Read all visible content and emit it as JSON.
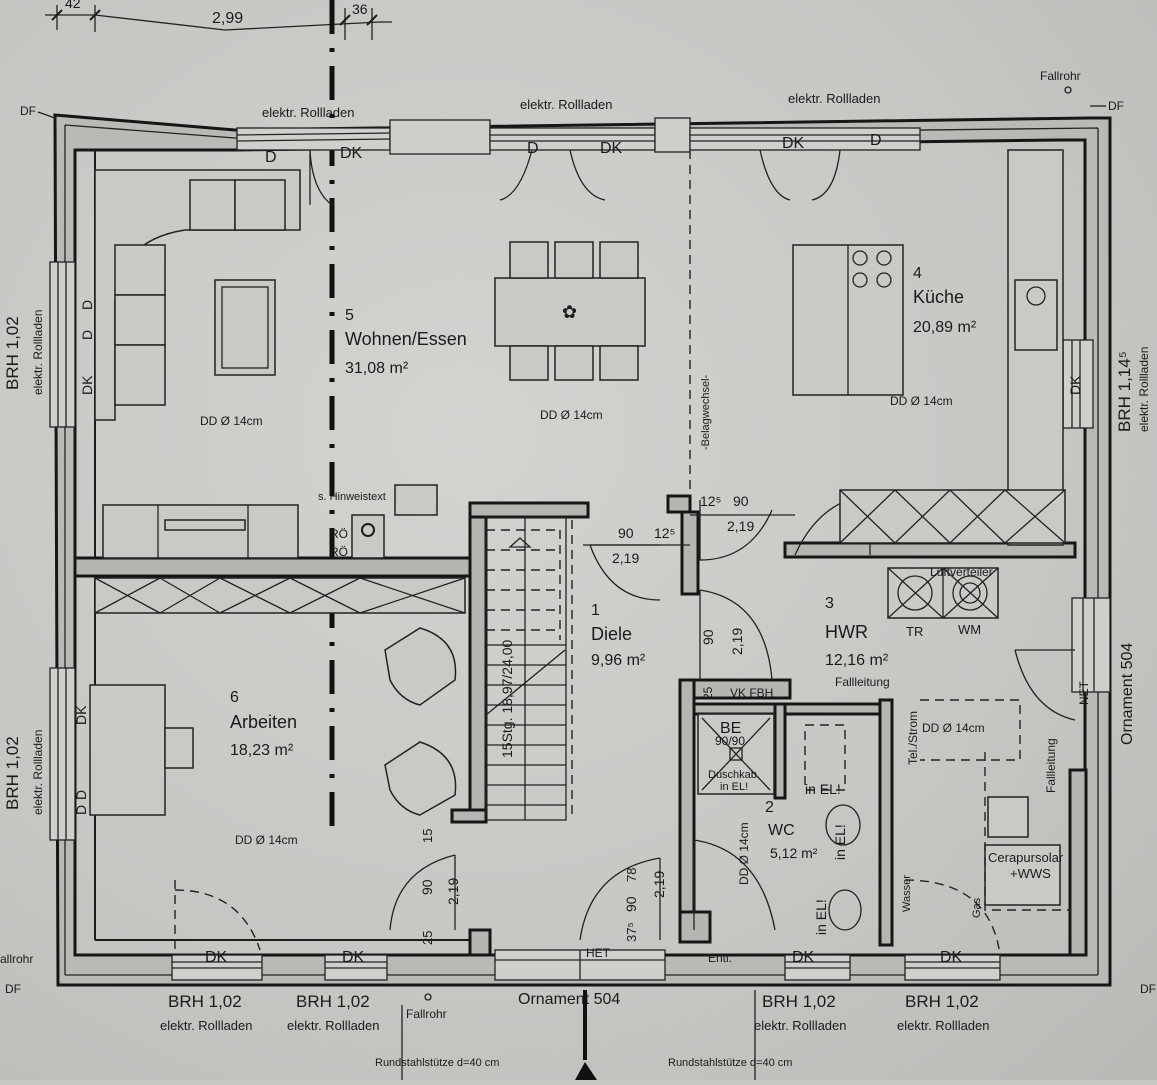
{
  "top_dims": {
    "left": "42",
    "middle": "2,99",
    "right": "36"
  },
  "edge_labels": {
    "df_top_left": "DF",
    "df_top_right": "DF",
    "df_bottom_left": "DF",
    "df_bottom_right": "DF",
    "fallrohr_top_right": "Fallrohr",
    "fallrohr_bottom_left": "allrohr",
    "fallrohr_bottom": "Fallrohr"
  },
  "top_windows": [
    "elektr. Rollladen",
    "elektr. Rollladen",
    "elektr. Rollladen"
  ],
  "left_side": [
    {
      "brh": "BRH 1,02",
      "shutter": "elektr. Rollladen"
    },
    {
      "brh": "BRH 1,02",
      "shutter": "elektr. Rollladen"
    }
  ],
  "right_side": {
    "brh": "BRH 1,14⁵",
    "shutter": "elektr. Rollladen",
    "ornament": "Ornament 504"
  },
  "bottom_side": {
    "windows": [
      {
        "brh": "BRH 1,02",
        "shutter": "elektr. Rollladen"
      },
      {
        "brh": "BRH 1,02",
        "shutter": "elektr. Rollladen"
      },
      {
        "brh": "BRH 1,02",
        "shutter": "elektr. Rollladen"
      },
      {
        "brh": "BRH 1,02",
        "shutter": "elektr. Rollladen"
      }
    ],
    "ornament": "Ornament 504",
    "columns": [
      "Rundstahlstütze d=40 cm",
      "Rundstahlstütze d=40 cm"
    ]
  },
  "rooms": [
    {
      "number": "5",
      "name": "Wohnen/Essen",
      "area": "31,08 m²"
    },
    {
      "number": "4",
      "name": "Küche",
      "area": "20,89 m²"
    },
    {
      "number": "1",
      "name": "Diele",
      "area": "9,96 m²"
    },
    {
      "number": "3",
      "name": "HWR",
      "area": "12,16 m²"
    },
    {
      "number": "6",
      "name": "Arbeiten",
      "area": "18,23 m²"
    },
    {
      "number": "2",
      "name": "WC",
      "area": "5,12 m²"
    }
  ],
  "door_marks": {
    "top": [
      "D",
      "DK",
      "D",
      "DK",
      "DK",
      "D"
    ],
    "left_upper": [
      "D",
      "D",
      "DK"
    ],
    "left_lower": [
      "DK",
      "D",
      "D"
    ],
    "right": [
      "DK"
    ],
    "bottom": [
      "DK",
      "DK",
      "DK",
      "DK"
    ]
  },
  "ceiling_outlets": [
    "DD Ø 14cm",
    "DD Ø 14cm",
    "DD Ø 14cm",
    "DD Ø 14cm",
    "DD Ø 14cm",
    "DD Ø 14cm"
  ],
  "stair": {
    "label": "15Stg. 18,97/24,00"
  },
  "living": {
    "note": "s. Hinweistext",
    "ro1": "RÖ",
    "ro2": "RÖ",
    "floor_change": "-Belagwechsel-"
  },
  "door_dims": {
    "diele_top": {
      "w": "90",
      "wall": "12⁵",
      "h": "2,19"
    },
    "kitchen": {
      "wall": "12⁵",
      "w": "90",
      "h": "2,19"
    },
    "hwr": {
      "w": "90",
      "h": "2,19"
    },
    "vk": {
      "n": "25",
      "label": "VK FBH"
    },
    "arbeiten": {
      "a": "15",
      "w": "90",
      "h": "2,19",
      "b": "25"
    },
    "entry": {
      "a": "78",
      "w": "90",
      "h": "2,19",
      "b": "37⁵"
    }
  },
  "fixtures": {
    "shower": {
      "be": "BE",
      "size": "90/90",
      "cab1": "Duschkab.",
      "cab2": "in EL!"
    },
    "in_el": [
      "in EL!",
      "in EL!",
      "in EL!"
    ],
    "dryer": "TR",
    "washer": "WM",
    "ventilation": "Lüftverteiler",
    "fallleitung": [
      "Fallleitung",
      "Fallleitung"
    ],
    "tel": "Tel./Strom",
    "net": "NET",
    "boiler1": "Cerapursolar",
    "boiler2": "+WWS",
    "water": "Wasser",
    "gas": "Gas",
    "het": "HET",
    "entl": "Entl."
  }
}
